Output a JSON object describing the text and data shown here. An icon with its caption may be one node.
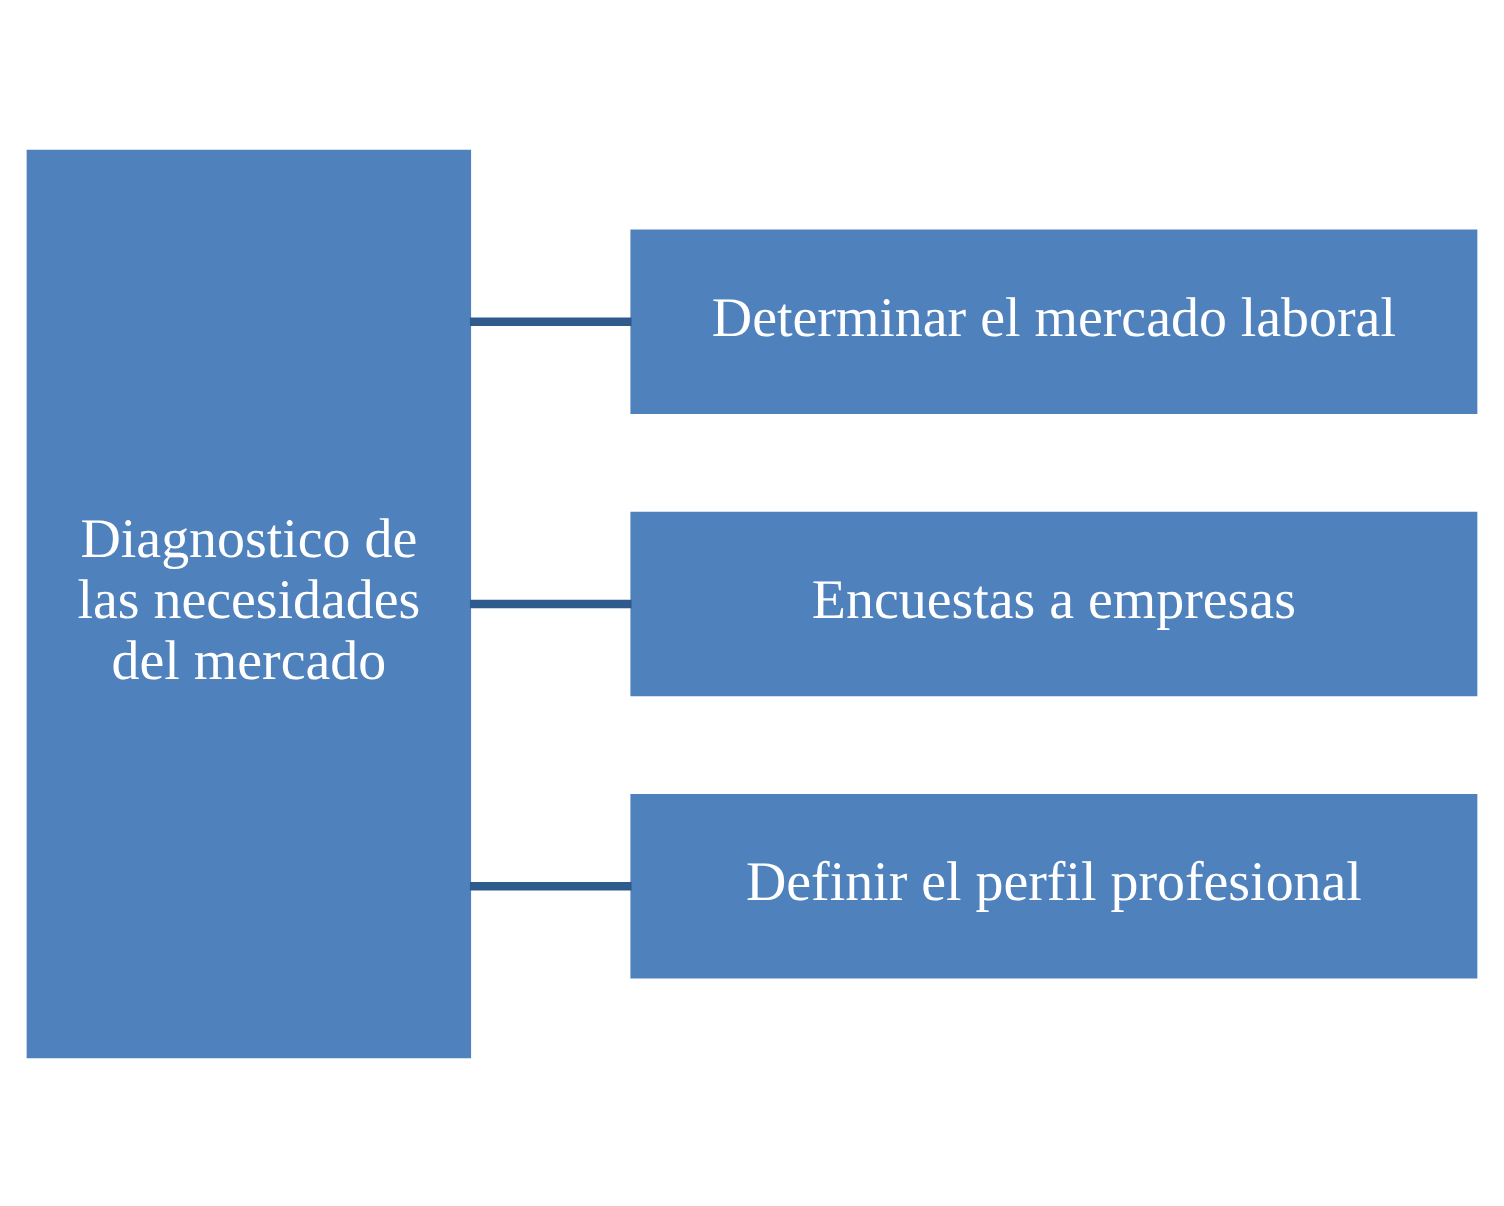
{
  "diagram": {
    "nodes": [
      {
        "text": [
          "Diagnostico de las necesidades del mercado"
        ]
      },
      {
        "text": [
          "Determinar el mercado laboral"
        ]
      },
      {
        "text": [
          "Encuestas a empresas"
        ]
      },
      {
        "text": [
          "Definir el perfil profesional"
        ]
      }
    ],
    "edges": [
      {
        "from": 0,
        "to": 1,
        "arrow": "none"
      },
      {
        "from": 0,
        "to": 2,
        "arrow": "none"
      },
      {
        "from": 0,
        "to": 3,
        "arrow": "none"
      }
    ]
  }
}
